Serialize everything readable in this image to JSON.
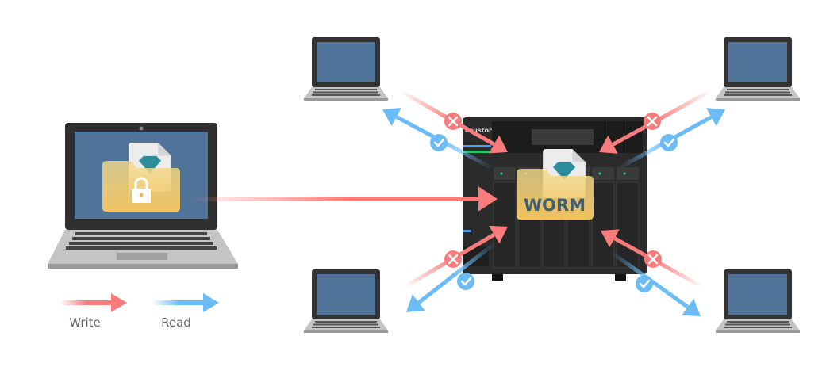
{
  "legend": {
    "write_label": "Write",
    "read_label": "Read"
  },
  "nas": {
    "brand_logo": "asustor",
    "folder_label": "WORM"
  },
  "colors": {
    "write": "#f87c7c",
    "read": "#6bbcf5",
    "screen": "#4f7399",
    "folder": "#f2c866",
    "gem": "#2b8d9b",
    "nas_body": "#2b2b2b"
  },
  "icons": [
    "laptop-icon",
    "folder-lock-icon",
    "diamond-file-icon",
    "nas-icon",
    "cross-icon",
    "check-icon",
    "arrow-icon"
  ]
}
